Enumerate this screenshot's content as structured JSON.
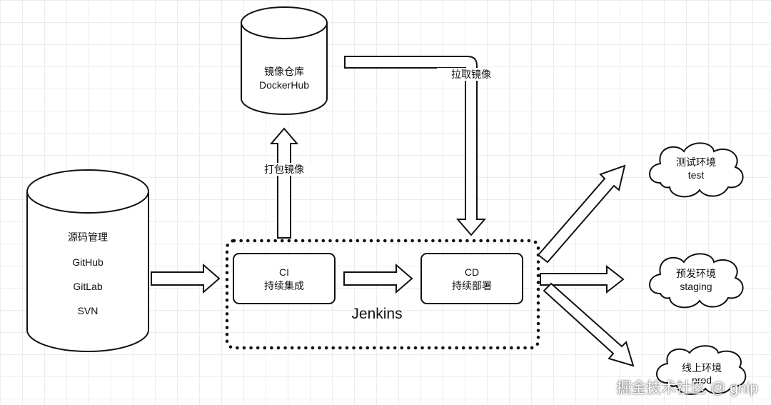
{
  "source": {
    "title": "源码管理",
    "items": [
      "GitHub",
      "GitLab",
      "SVN"
    ]
  },
  "registry": {
    "line1": "镜像仓库",
    "line2": "DockerHub"
  },
  "ci": {
    "line1": "CI",
    "line2": "持续集成"
  },
  "cd": {
    "line1": "CD",
    "line2": "持续部署"
  },
  "jenkins_label": "Jenkins",
  "edges": {
    "build_image": "打包镜像",
    "pull_image": "拉取镜像"
  },
  "environments": [
    {
      "line1": "测试环境",
      "line2": "test"
    },
    {
      "line1": "预发环境",
      "line2": "staging"
    },
    {
      "line1": "线上环境",
      "line2": "prod"
    }
  ],
  "watermark": "掘金技术社区 @ gnip"
}
